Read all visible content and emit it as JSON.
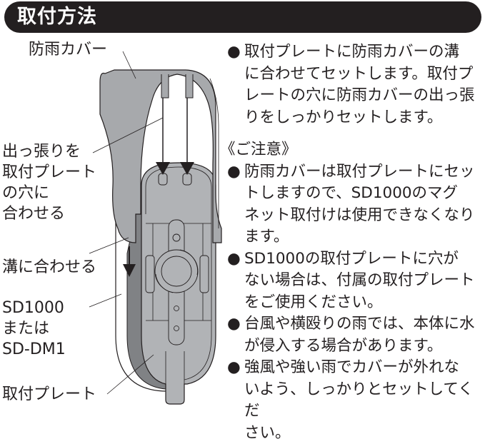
{
  "header": {
    "title": "取付方法"
  },
  "diagram_labels": {
    "cover": "防雨カバー",
    "protrusion": [
      "出っ張りを",
      "取付プレート",
      "の穴に",
      "合わせる"
    ],
    "groove": "溝に合わせる",
    "device": [
      "SD1000",
      "または",
      "SD-DM1"
    ],
    "plate": "取付プレート"
  },
  "instructions": {
    "bullet": "●",
    "main": [
      "取付プレートに防雨カバーの溝",
      "に合わせてセットします。取付プ",
      "レートの穴に防雨カバーの出っ張",
      "りをしっかりセットします。"
    ],
    "caution_heading": "《ご注意》",
    "cautions": [
      [
        "防雨カバーは取付プレートにセッ",
        "トしますので、SD1000のマグ",
        "ネット取付けは使用できなくなり",
        "ます。"
      ],
      [
        "SD1000の取付プレートに穴が",
        "ない場合は、付属の取付プレート",
        "をご使用ください。"
      ],
      [
        "台風や横殴りの雨では、本体に水",
        "が侵入する場合があります。"
      ],
      [
        "強風や強い雨でカバーが外れな",
        "いよう、しっかりとセットしてくだ",
        "さい。"
      ]
    ]
  },
  "colors": {
    "header_bg": "#231f20",
    "cover_gray": "#a7a9ac",
    "plate_gray": "#b1b3b6",
    "side_gray": "#808285",
    "ink": "#231f20"
  }
}
